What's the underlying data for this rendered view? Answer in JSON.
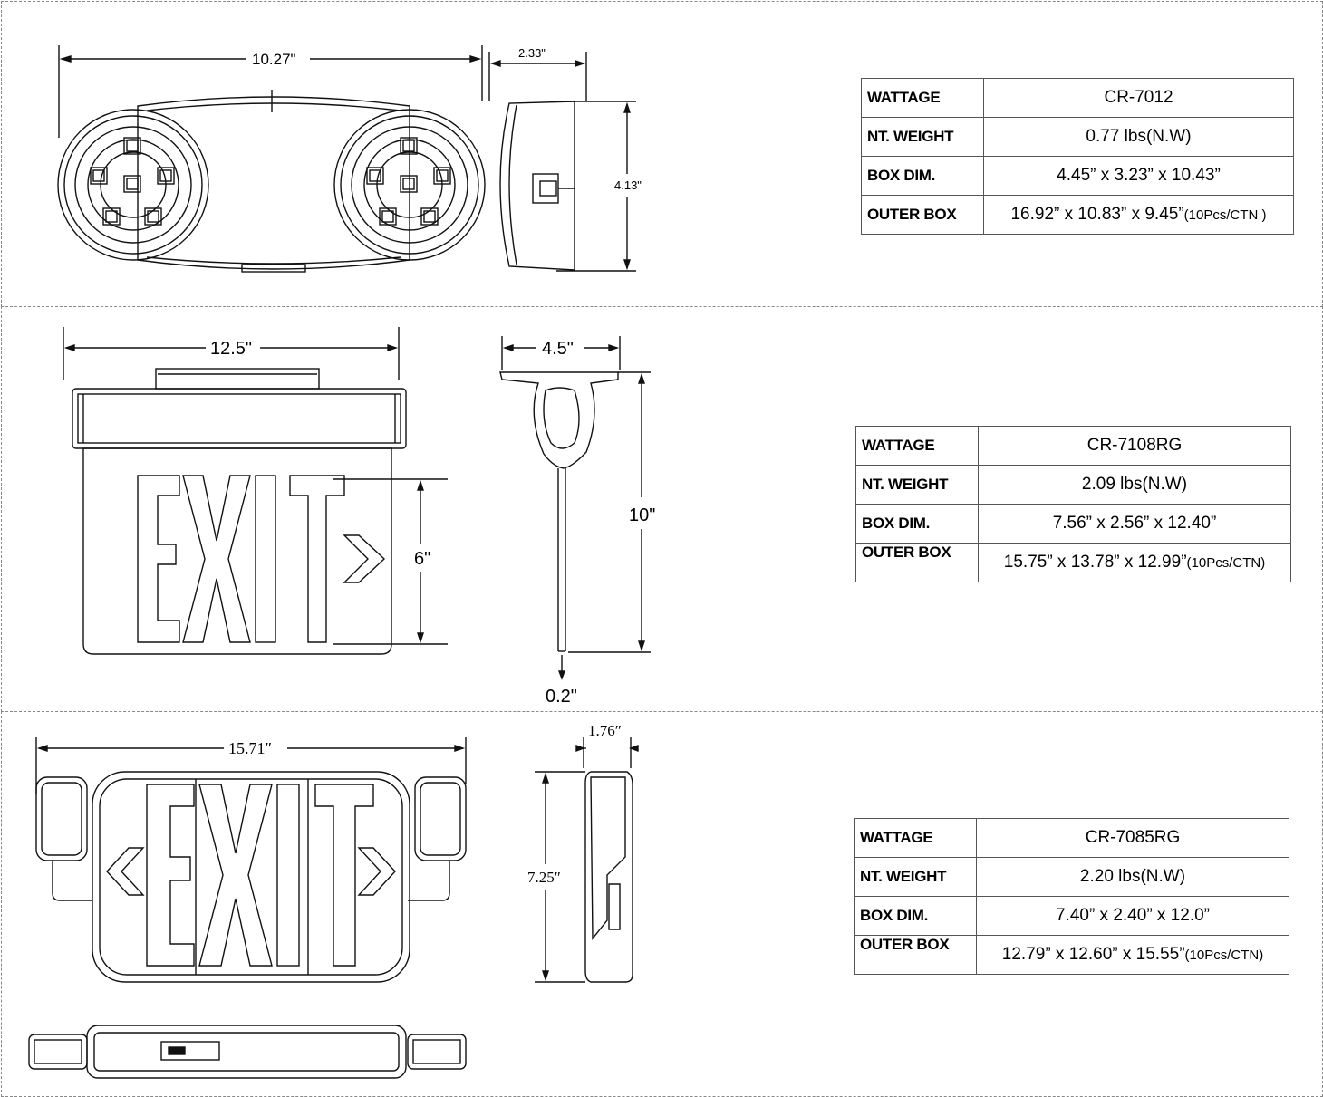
{
  "products": [
    {
      "model": "CR-7012",
      "net_weight": "0.77 lbs(N.W)",
      "box_dim": "4.45” x 3.23” x 10.43”",
      "outer_box": "16.92” x 10.83” x 9.45”",
      "outer_box_pcs": "(10Pcs/CTN )",
      "dimensions": {
        "width": "10.27\"",
        "depth": "2.33\"",
        "height": "4.13\""
      }
    },
    {
      "model": "CR-7108RG",
      "net_weight": "2.09 lbs(N.W)",
      "box_dim": "7.56” x 2.56” x 12.40”",
      "outer_box": "15.75” x 13.78” x 12.99”",
      "outer_box_pcs": "(10Pcs/CTN)",
      "dimensions": {
        "width": "12.5\"",
        "depth": "4.5\"",
        "height": "10\"",
        "letter_height": "6\"",
        "thickness": "0.2\""
      }
    },
    {
      "model": "CR-7085RG",
      "net_weight": "2.20 lbs(N.W)",
      "box_dim": "7.40” x 2.40” x 12.0”",
      "outer_box": "12.79” x 12.60” x 15.55”",
      "outer_box_pcs": "(10Pcs/CTN)",
      "dimensions": {
        "width": "15.71″",
        "depth": "1.76″",
        "height": "7.25″"
      }
    }
  ],
  "labels": {
    "wattage": "WATTAGE",
    "net_weight": "NT. WEIGHT",
    "box_dim": "BOX DIM.",
    "outer_box": "OUTER BOX"
  },
  "sign_text": "EXIT"
}
